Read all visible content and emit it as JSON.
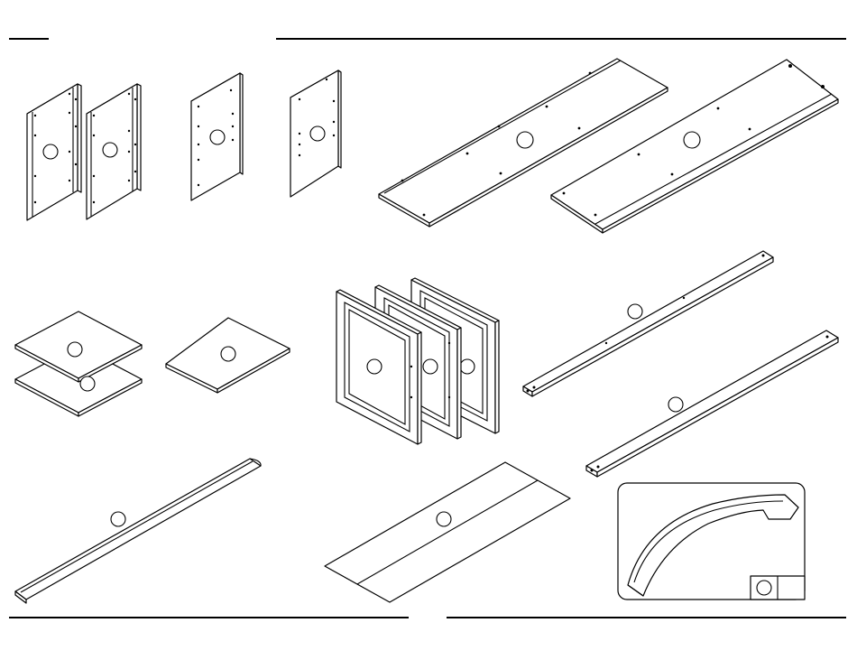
{
  "figure": {
    "type": "furniture-parts-list",
    "line_color": "#000000",
    "background": "#ffffff"
  },
  "parts": [
    {
      "name": "side-panel-left"
    },
    {
      "name": "side-panel-right"
    },
    {
      "name": "center-divider-a"
    },
    {
      "name": "center-divider-b"
    },
    {
      "name": "top-panel"
    },
    {
      "name": "bottom-panel"
    },
    {
      "name": "shelf-pair"
    },
    {
      "name": "shelf-single"
    },
    {
      "name": "door-frames"
    },
    {
      "name": "rail-upper"
    },
    {
      "name": "rail-lower"
    },
    {
      "name": "toe-kick"
    },
    {
      "name": "back-panel"
    },
    {
      "name": "handle"
    }
  ]
}
